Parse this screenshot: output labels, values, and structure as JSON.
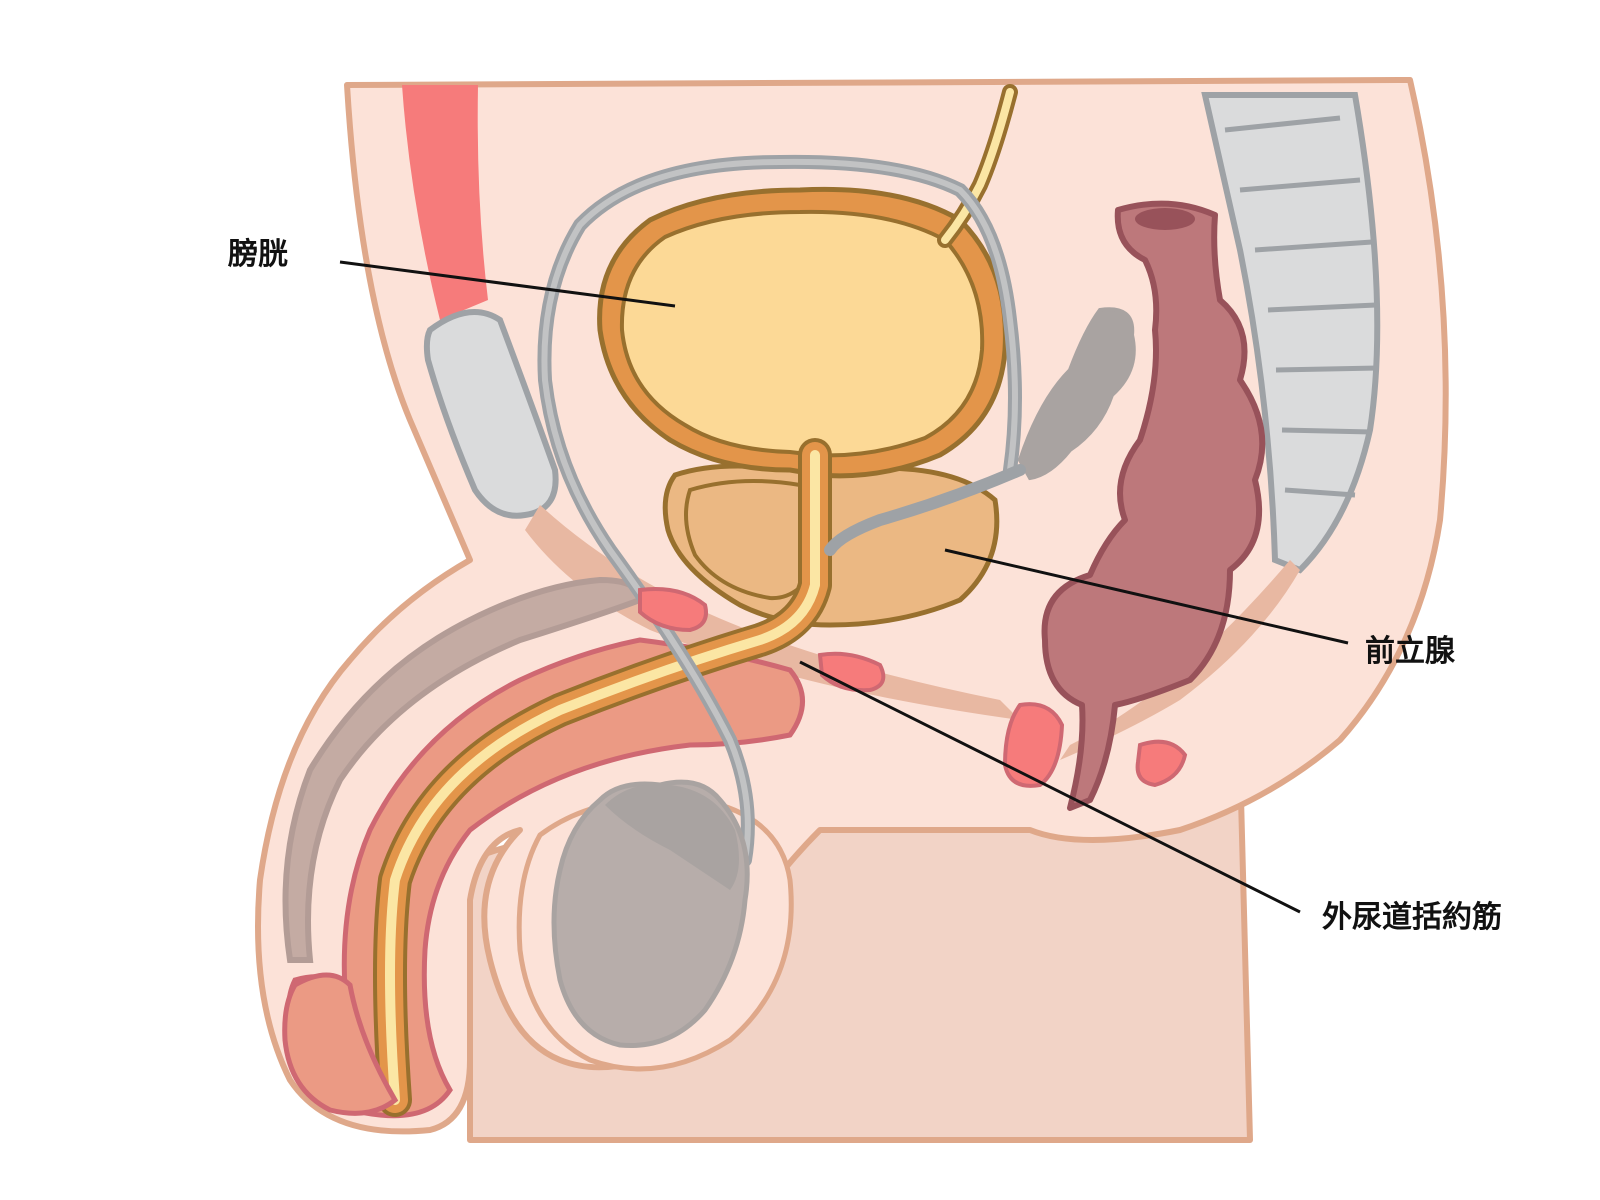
{
  "labels": {
    "bladder": "膀胱",
    "prostate": "前立腺",
    "external_urethral_sphincter": "外尿道括約筋"
  },
  "colors": {
    "background": "#ffffff",
    "body_fill": "#fce2d8",
    "body_outline": "#dfa88a",
    "leg_fill": "#f2d3c6",
    "bladder_fill": "#fcd996",
    "bladder_wall": "#e3954a",
    "organ_outline": "#98702e",
    "prostate_fill": "#ebb883",
    "urethra_fill": "#fbe6a4",
    "penis_fill": "#eb9a84",
    "penis_outline": "#cf6872",
    "rectum_fill": "#bd787b",
    "rectum_outline": "#98525a",
    "red_muscle": "#f67b7b",
    "bone_fill": "#dadbdc",
    "bone_outline": "#9ea2a6",
    "vas_deferens": "#a9a3a1",
    "testis_fill": "#b7adaa",
    "leader_line": "#111111"
  }
}
